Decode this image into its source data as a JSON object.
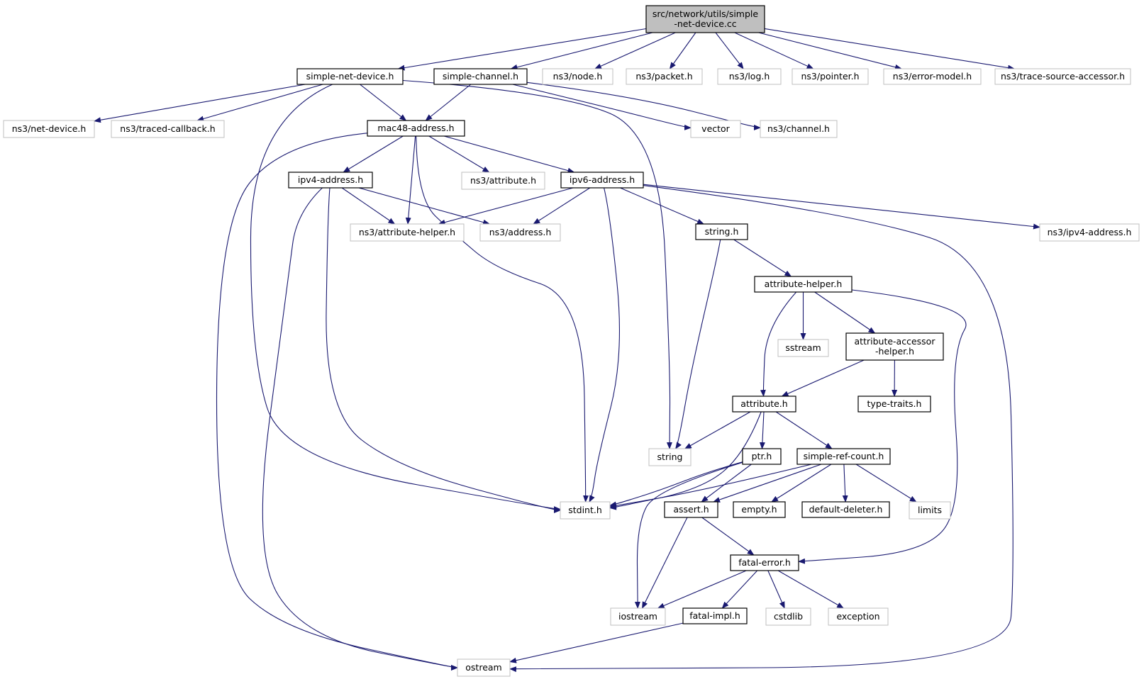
{
  "diagram": {
    "type": "include-dependency-graph",
    "colors": {
      "edge": "#191970",
      "root_fill": "#bfbfbf",
      "local_border": "#000000",
      "external_border": "#bfbfbf"
    },
    "nodes": [
      {
        "id": "root",
        "lines": [
          "src/network/utils/simple",
          "-net-device.cc"
        ],
        "kind": "root"
      },
      {
        "id": "snd",
        "lines": [
          "simple-net-device.h"
        ],
        "kind": "local"
      },
      {
        "id": "sch",
        "lines": [
          "simple-channel.h"
        ],
        "kind": "local"
      },
      {
        "id": "node",
        "lines": [
          "ns3/node.h"
        ],
        "kind": "external"
      },
      {
        "id": "packet",
        "lines": [
          "ns3/packet.h"
        ],
        "kind": "external"
      },
      {
        "id": "log",
        "lines": [
          "ns3/log.h"
        ],
        "kind": "external"
      },
      {
        "id": "pointer",
        "lines": [
          "ns3/pointer.h"
        ],
        "kind": "external"
      },
      {
        "id": "errmodel",
        "lines": [
          "ns3/error-model.h"
        ],
        "kind": "external"
      },
      {
        "id": "tsa",
        "lines": [
          "ns3/trace-source-accessor.h"
        ],
        "kind": "external"
      },
      {
        "id": "netdev",
        "lines": [
          "ns3/net-device.h"
        ],
        "kind": "external"
      },
      {
        "id": "tcb",
        "lines": [
          "ns3/traced-callback.h"
        ],
        "kind": "external"
      },
      {
        "id": "mac48",
        "lines": [
          "mac48-address.h"
        ],
        "kind": "local"
      },
      {
        "id": "vector",
        "lines": [
          "vector"
        ],
        "kind": "external"
      },
      {
        "id": "channel",
        "lines": [
          "ns3/channel.h"
        ],
        "kind": "external"
      },
      {
        "id": "ipv4",
        "lines": [
          "ipv4-address.h"
        ],
        "kind": "local"
      },
      {
        "id": "ns3attr",
        "lines": [
          "ns3/attribute.h"
        ],
        "kind": "external"
      },
      {
        "id": "ipv6",
        "lines": [
          "ipv6-address.h"
        ],
        "kind": "local"
      },
      {
        "id": "ns3attrhelper",
        "lines": [
          "ns3/attribute-helper.h"
        ],
        "kind": "external"
      },
      {
        "id": "ns3addr",
        "lines": [
          "ns3/address.h"
        ],
        "kind": "external"
      },
      {
        "id": "stringh",
        "lines": [
          "string.h"
        ],
        "kind": "local"
      },
      {
        "id": "ns3ipv4",
        "lines": [
          "ns3/ipv4-address.h"
        ],
        "kind": "external"
      },
      {
        "id": "attrhelper",
        "lines": [
          "attribute-helper.h"
        ],
        "kind": "local"
      },
      {
        "id": "sstream",
        "lines": [
          "sstream"
        ],
        "kind": "external"
      },
      {
        "id": "aah",
        "lines": [
          "attribute-accessor",
          "-helper.h"
        ],
        "kind": "local"
      },
      {
        "id": "attributeh",
        "lines": [
          "attribute.h"
        ],
        "kind": "local"
      },
      {
        "id": "typetraits",
        "lines": [
          "type-traits.h"
        ],
        "kind": "local"
      },
      {
        "id": "string",
        "lines": [
          "string"
        ],
        "kind": "external"
      },
      {
        "id": "ptr",
        "lines": [
          "ptr.h"
        ],
        "kind": "local"
      },
      {
        "id": "src",
        "lines": [
          "simple-ref-count.h"
        ],
        "kind": "local"
      },
      {
        "id": "stdint",
        "lines": [
          "stdint.h"
        ],
        "kind": "external"
      },
      {
        "id": "assert",
        "lines": [
          "assert.h"
        ],
        "kind": "local"
      },
      {
        "id": "empty",
        "lines": [
          "empty.h"
        ],
        "kind": "local"
      },
      {
        "id": "deleter",
        "lines": [
          "default-deleter.h"
        ],
        "kind": "local"
      },
      {
        "id": "limits",
        "lines": [
          "limits"
        ],
        "kind": "external"
      },
      {
        "id": "fatalerr",
        "lines": [
          "fatal-error.h"
        ],
        "kind": "local"
      },
      {
        "id": "iostream",
        "lines": [
          "iostream"
        ],
        "kind": "external"
      },
      {
        "id": "fatalimpl",
        "lines": [
          "fatal-impl.h"
        ],
        "kind": "local"
      },
      {
        "id": "cstdlib",
        "lines": [
          "cstdlib"
        ],
        "kind": "external"
      },
      {
        "id": "exception",
        "lines": [
          "exception"
        ],
        "kind": "external"
      },
      {
        "id": "ostream",
        "lines": [
          "ostream"
        ],
        "kind": "external"
      }
    ],
    "edges": [
      {
        "from": "root",
        "to": "snd"
      },
      {
        "from": "root",
        "to": "sch"
      },
      {
        "from": "root",
        "to": "node"
      },
      {
        "from": "root",
        "to": "packet"
      },
      {
        "from": "root",
        "to": "log"
      },
      {
        "from": "root",
        "to": "pointer"
      },
      {
        "from": "root",
        "to": "errmodel"
      },
      {
        "from": "root",
        "to": "tsa"
      },
      {
        "from": "snd",
        "to": "netdev"
      },
      {
        "from": "snd",
        "to": "tcb"
      },
      {
        "from": "snd",
        "to": "mac48"
      },
      {
        "from": "snd",
        "to": "string"
      },
      {
        "from": "snd",
        "to": "stdint"
      },
      {
        "from": "sch",
        "to": "mac48"
      },
      {
        "from": "sch",
        "to": "vector"
      },
      {
        "from": "sch",
        "to": "channel"
      },
      {
        "from": "mac48",
        "to": "ipv4"
      },
      {
        "from": "mac48",
        "to": "ns3attr"
      },
      {
        "from": "mac48",
        "to": "ipv6"
      },
      {
        "from": "mac48",
        "to": "ns3attrhelper"
      },
      {
        "from": "mac48",
        "to": "stdint"
      },
      {
        "from": "mac48",
        "to": "ostream"
      },
      {
        "from": "ipv4",
        "to": "ns3attrhelper"
      },
      {
        "from": "ipv4",
        "to": "ns3addr"
      },
      {
        "from": "ipv4",
        "to": "stdint"
      },
      {
        "from": "ipv4",
        "to": "ostream"
      },
      {
        "from": "ipv6",
        "to": "ns3attrhelper"
      },
      {
        "from": "ipv6",
        "to": "ns3addr"
      },
      {
        "from": "ipv6",
        "to": "stringh"
      },
      {
        "from": "ipv6",
        "to": "ns3ipv4"
      },
      {
        "from": "ipv6",
        "to": "stdint"
      },
      {
        "from": "ipv6",
        "to": "ostream"
      },
      {
        "from": "stringh",
        "to": "attrhelper"
      },
      {
        "from": "stringh",
        "to": "string"
      },
      {
        "from": "attrhelper",
        "to": "sstream"
      },
      {
        "from": "attrhelper",
        "to": "aah"
      },
      {
        "from": "attrhelper",
        "to": "attributeh"
      },
      {
        "from": "attrhelper",
        "to": "fatalerr"
      },
      {
        "from": "aah",
        "to": "attributeh"
      },
      {
        "from": "aah",
        "to": "typetraits"
      },
      {
        "from": "attributeh",
        "to": "string"
      },
      {
        "from": "attributeh",
        "to": "ptr"
      },
      {
        "from": "attributeh",
        "to": "src"
      },
      {
        "from": "attributeh",
        "to": "stdint"
      },
      {
        "from": "ptr",
        "to": "stdint"
      },
      {
        "from": "ptr",
        "to": "assert"
      },
      {
        "from": "ptr",
        "to": "iostream"
      },
      {
        "from": "src",
        "to": "stdint"
      },
      {
        "from": "src",
        "to": "assert"
      },
      {
        "from": "src",
        "to": "empty"
      },
      {
        "from": "src",
        "to": "deleter"
      },
      {
        "from": "src",
        "to": "limits"
      },
      {
        "from": "assert",
        "to": "fatalerr"
      },
      {
        "from": "assert",
        "to": "iostream"
      },
      {
        "from": "fatalerr",
        "to": "iostream"
      },
      {
        "from": "fatalerr",
        "to": "fatalimpl"
      },
      {
        "from": "fatalerr",
        "to": "cstdlib"
      },
      {
        "from": "fatalerr",
        "to": "exception"
      },
      {
        "from": "fatalimpl",
        "to": "ostream"
      }
    ]
  }
}
